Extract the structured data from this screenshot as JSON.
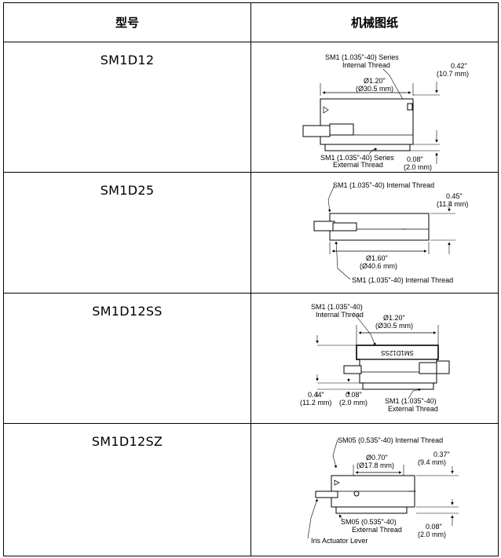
{
  "header": {
    "col_model": "型号",
    "col_drawing": "机械图纸"
  },
  "rows": [
    {
      "model": "SM1D12",
      "labels": {
        "top_thread": "SM1 (1.035\"-40) Series",
        "top_thread2": "Internal Thread",
        "dia": "Ø1.20\"",
        "dia_mm": "(Ø30.5 mm)",
        "height": "0.42\"",
        "height_mm": "(10.7 mm)",
        "bot_thread": "SM1 (1.035\"-40) Series",
        "bot_thread2": "External Thread",
        "step": "0.08\"",
        "step_mm": "(2.0 mm)"
      }
    },
    {
      "model": "SM1D25",
      "labels": {
        "top_thread": "SM1 (1.035\"-40) Internal Thread",
        "height": "0.45\"",
        "height_mm": "(11.4 mm)",
        "dia": "Ø1.60\"",
        "dia_mm": "(Ø40.6 mm)",
        "bot_thread": "SM1 (1.035\"-40) Internal Thread"
      }
    },
    {
      "model": "SM1D12SS",
      "labels": {
        "top_thread": "SM1 (1.035\"-40)",
        "top_thread2": "Internal Thread",
        "dia": "Ø1.20\"",
        "dia_mm": "(Ø30.5 mm)",
        "engraving": "SM1D12SS",
        "height": "0.44\"",
        "height_mm": "(11.2 mm)",
        "step": "0.08\"",
        "step_mm": "(2.0 mm)",
        "bot_thread": "SM1 (1.035\"-40)",
        "bot_thread2": "External Thread"
      }
    },
    {
      "model": "SM1D12SZ",
      "labels": {
        "top_thread": "SM05 (0.535\"-40) Internal Thread",
        "dia": "Ø0.70\"",
        "dia_mm": "(Ø17.8 mm)",
        "height": "0.37\"",
        "height_mm": "(9.4 mm)",
        "bot_thread": "SM05 (0.535\"-40)",
        "bot_thread2": "External Thread",
        "step": "0.08\"",
        "step_mm": "(2.0 mm)",
        "lever": "Iris Actuator Lever"
      }
    }
  ]
}
